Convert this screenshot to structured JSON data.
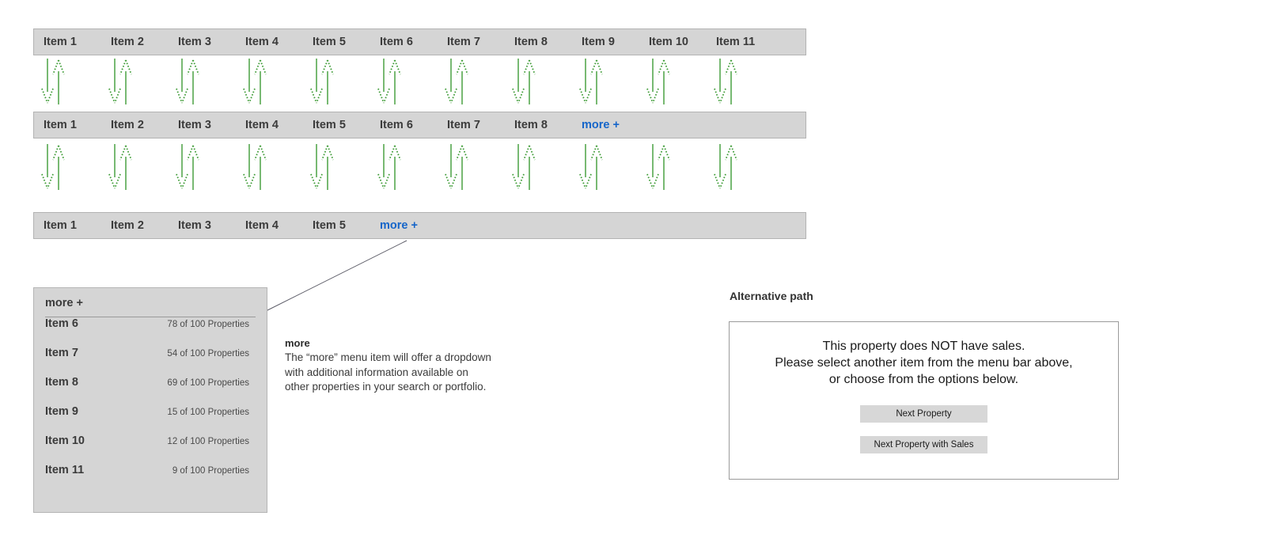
{
  "colors": {
    "menubar_bg": "#d5d5d5",
    "menubar_border": "#b3b3b3",
    "label_text": "#3b3b3b",
    "more_link": "#1565c9",
    "icon_green": "#3d9b35",
    "panel_bg": "#d5d5d5",
    "alt_panel_border": "#9b9b9b",
    "button_bg": "#d7d7d7"
  },
  "menubars": [
    {
      "id": "menubar-1",
      "items": [
        {
          "label": "Item 1",
          "type": "item"
        },
        {
          "label": "Item 2",
          "type": "item"
        },
        {
          "label": "Item 3",
          "type": "item"
        },
        {
          "label": "Item 4",
          "type": "item"
        },
        {
          "label": "Item 5",
          "type": "item"
        },
        {
          "label": "Item 6",
          "type": "item"
        },
        {
          "label": "Item 7",
          "type": "item"
        },
        {
          "label": "Item 8",
          "type": "item"
        },
        {
          "label": "Item 9",
          "type": "item"
        },
        {
          "label": "Item 10",
          "type": "item"
        },
        {
          "label": "Item 11",
          "type": "item"
        }
      ]
    },
    {
      "id": "menubar-2",
      "items": [
        {
          "label": "Item 1",
          "type": "item"
        },
        {
          "label": "Item 2",
          "type": "item"
        },
        {
          "label": "Item 3",
          "type": "item"
        },
        {
          "label": "Item 4",
          "type": "item"
        },
        {
          "label": "Item 5",
          "type": "item"
        },
        {
          "label": "Item 6",
          "type": "item"
        },
        {
          "label": "Item 7",
          "type": "item"
        },
        {
          "label": "Item 8",
          "type": "item"
        },
        {
          "label": "more +",
          "type": "more"
        }
      ]
    },
    {
      "id": "menubar-3",
      "items": [
        {
          "label": "Item 1",
          "type": "item"
        },
        {
          "label": "Item 2",
          "type": "item"
        },
        {
          "label": "Item 3",
          "type": "item"
        },
        {
          "label": "Item 4",
          "type": "item"
        },
        {
          "label": "Item 5",
          "type": "item"
        },
        {
          "label": "more +",
          "type": "more"
        }
      ]
    }
  ],
  "icon_rows": [
    {
      "id": "iconrow-1",
      "icon": "sort-ascending-descending-icon",
      "count": 11
    },
    {
      "id": "iconrow-2",
      "icon": "sort-ascending-descending-icon",
      "count": 11
    }
  ],
  "dropdown": {
    "title": "more +",
    "rows": [
      {
        "label": "Item 6",
        "count": "78 of 100 Properties"
      },
      {
        "label": "Item 7",
        "count": "54 of 100 Properties"
      },
      {
        "label": "Item 8",
        "count": "69 of 100 Properties"
      },
      {
        "label": "Item 9",
        "count": "15 of 100 Properties"
      },
      {
        "label": "Item 10",
        "count": "12 of 100 Properties"
      },
      {
        "label": "Item 11",
        "count": "9 of 100 Properties"
      }
    ]
  },
  "annotation": {
    "title": "more",
    "body": "The “more” menu item will offer a dropdown with additional information available on other properties in your search or portfolio."
  },
  "alt_path": {
    "title": "Alternative path",
    "message_lines": [
      "This property does NOT have sales.",
      "Please select another item from the menu bar above,",
      "or choose from the options below."
    ],
    "buttons": [
      {
        "label": "Next Property"
      },
      {
        "label": "Next Property with Sales"
      }
    ]
  }
}
